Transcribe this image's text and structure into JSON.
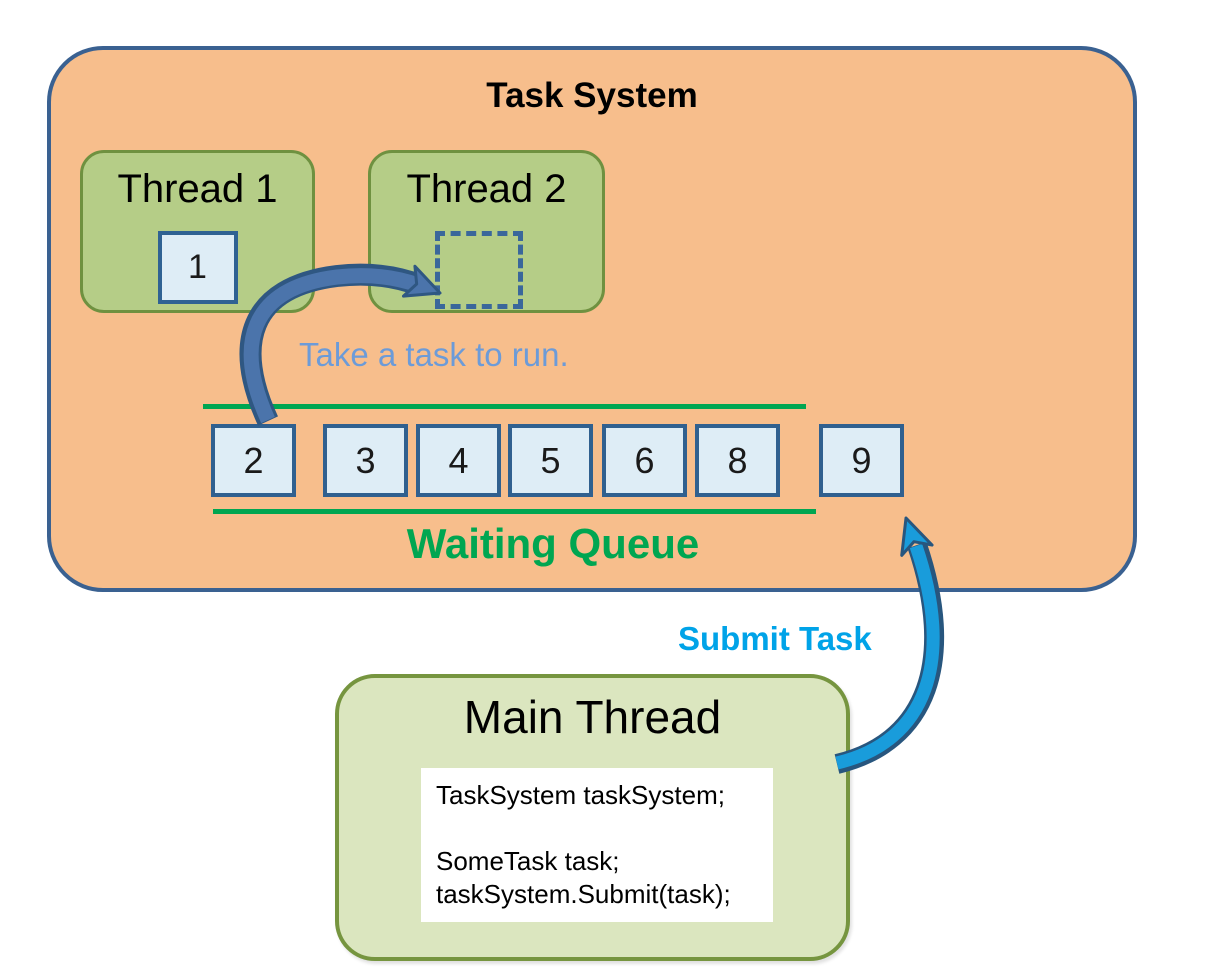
{
  "task_system": {
    "title": "Task System",
    "threads": [
      {
        "label": "Thread 1",
        "running_task": "1"
      },
      {
        "label": "Thread 2",
        "running_task": ""
      }
    ],
    "take_task_label": "Take a task to run.",
    "waiting_queue": {
      "label": "Waiting Queue",
      "tasks": [
        "2",
        "3",
        "4",
        "5",
        "6",
        "8",
        "9"
      ]
    }
  },
  "submit_task_label": "Submit Task",
  "main_thread": {
    "title": "Main Thread",
    "code_lines": [
      "TaskSystem taskSystem;",
      "SomeTask task;",
      "taskSystem.Submit(task);"
    ]
  },
  "colors": {
    "system_fill": "#F7BE8C",
    "system_border": "#3A6191",
    "thread_fill": "#B5CD87",
    "thread_border": "#6F9140",
    "main_thread_fill": "#DBE6BF",
    "main_thread_border": "#76953F",
    "task_box_fill": "#DEEDF6",
    "task_box_border": "#2F6293",
    "queue_accent_green": "#00A651",
    "take_task_text": "#6C9BD8",
    "submit_task_text": "#00A3E8",
    "take_arrow_fill": "#4B74AB",
    "submit_arrow_fill": "#199CDB",
    "arrow_outline": "#2F5782"
  }
}
